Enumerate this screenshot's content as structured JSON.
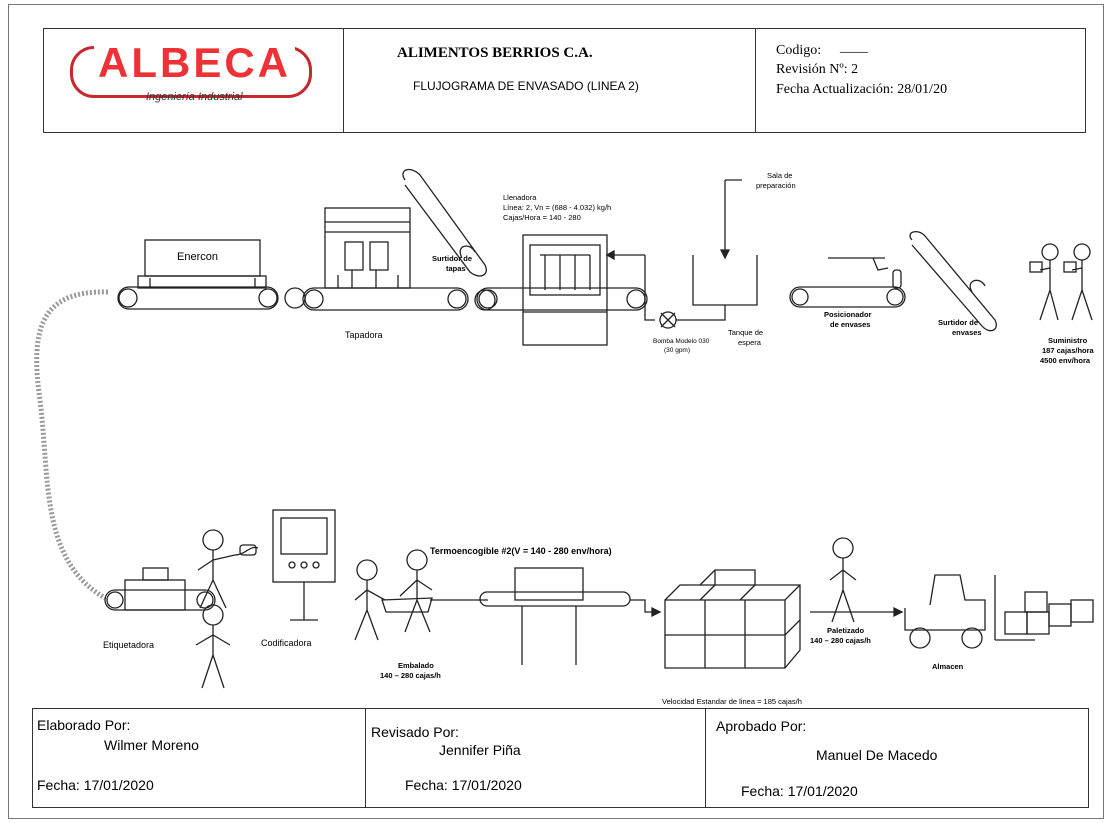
{
  "header": {
    "logo_text": "ALBECA",
    "logo_subtitle": "Ingeniería Industrial",
    "company": "ALIMENTOS BERRIOS C.A.",
    "document_title": "FLUJOGRAMA DE ENVASADO  (LINEA 2)",
    "codigo_label": "Codigo:",
    "codigo_value": "____",
    "revision": "Revisión Nº: 2",
    "fecha_actualizacion": "Fecha Actualización: 28/01/20"
  },
  "diagram": {
    "enercon": "Enercon",
    "tapadora": "Tapadora",
    "surtidor_tapas_1": "Surtidor de",
    "surtidor_tapas_2": "tapas",
    "llenadora_1": "Llenadora",
    "llenadora_2": "Línea: 2, Vn = (688 - 4.032) kg/h",
    "llenadora_3": "Cajas/Hora = 140 - 280",
    "bomba_1": "Bomba Modelo 030",
    "bomba_2": "(30 gpm)",
    "tanque_1": "Tanque de",
    "tanque_2": "espera",
    "sala_1": "Sala de",
    "sala_2": "preparación",
    "posicionador_1": "Posicionador",
    "posicionador_2": "de envases",
    "surtidor_env_1": "Surtidor de",
    "surtidor_env_2": "envases",
    "suministro_1": "Suministro",
    "suministro_2": "187 cajas/hora",
    "suministro_3": "4500 env/hora",
    "etiquetadora": "Etiquetadora",
    "codificadora": "Codificadora",
    "termo": "Termoencogible #2(V = 140 - 280 env/hora)",
    "embalado_1": "Embalado",
    "embalado_2": "140 – 280 cajas/h",
    "paletizado_1": "Paletizado",
    "paletizado_2": "140 – 280 cajas/h",
    "almacen": "Almacen",
    "velocidad": "Velocidad Estandar de linea = 185 cajas/h"
  },
  "footer": {
    "elaborado_label": "Elaborado Por:",
    "elaborado_name": "Wilmer Moreno",
    "elaborado_fecha": "Fecha: 17/01/2020",
    "revisado_label": "Revisado Por:",
    "revisado_name": "Jennifer Piña",
    "revisado_fecha": "Fecha: 17/01/2020",
    "aprobado_label": "Aprobado Por:",
    "aprobado_name": "Manuel De Macedo",
    "aprobado_fecha": "Fecha: 17/01/2020"
  },
  "colors": {
    "logo_red": "#ed3237",
    "logo_ring": "#c8272e",
    "hose": "#9a9a9a"
  }
}
